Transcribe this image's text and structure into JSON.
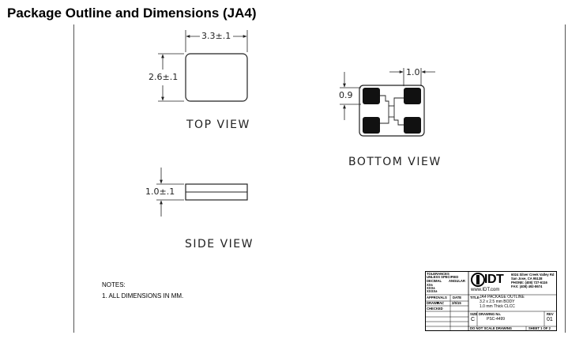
{
  "page": {
    "title": "Package Outline and Dimensions (JA4)"
  },
  "views": {
    "top_view_label": "TOP VIEW",
    "bottom_view_label": "BOTTOM VIEW",
    "side_view_label": "SIDE VIEW"
  },
  "dimensions": {
    "top_width": "3.3±.1",
    "top_height": "2.6±.1",
    "bottom_pad_width": "1.0",
    "bottom_pad_height": "0.9",
    "side_thickness": "1.0±.1"
  },
  "notes": {
    "heading": "NOTES:",
    "items": [
      "1. ALL DIMENSIONS IN MM."
    ]
  },
  "title_block": {
    "tolerances_heading": "TOLERANCES",
    "unless_specified": "UNLESS SPECIFIED",
    "decimal_label": "DECIMAL",
    "angular_label": "ANGULAR",
    "xx_label": "XX±",
    "xxx_label": "XXX±",
    "xxxx_label": "XXXX±",
    "approvals_label": "APPROVALS",
    "date_label": "DATE",
    "drawn_label": "DRAWN",
    "drawn_by": "RAC",
    "drawn_date": "2/5/15",
    "checked_label": "CHECKED",
    "company_logo": "IDT",
    "company_address_1": "6024 Silver Creek Valley Rd",
    "company_address_2": "San Jose, CA 95138",
    "company_phone": "PHONE: (408) 727-6116",
    "company_fax": "FAX: (408) 492-8674",
    "website": "www.IDT.com",
    "title_label": "TITLE",
    "title_line_1": "JA4 PACKAGE OUTLINE",
    "title_line_2": "3.2 x 2.5 mm BODY",
    "title_line_3": "1.0 mm Thick CLCC",
    "size_label": "SIZE",
    "size_value": "C",
    "drawing_no_label": "DRAWING No.",
    "drawing_no_value": "PSC-4499",
    "rev_label": "REV",
    "rev_value": "01",
    "do_not_scale": "DO NOT SCALE DRAWING",
    "sheet": "SHEET 1 OF 2"
  }
}
